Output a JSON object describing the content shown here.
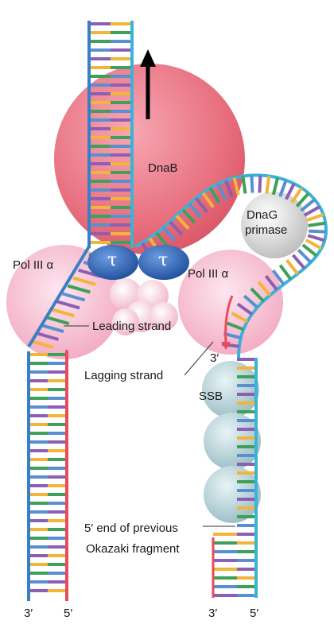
{
  "labels": {
    "dnab": "DnaB",
    "dnag_line1": "DnaG",
    "dnag_line2": "primase",
    "pol_left": "Pol III α",
    "pol_right": "Pol III α",
    "tau_left": "τ",
    "tau_right": "τ",
    "leading": "Leading strand",
    "lagging": "Lagging strand",
    "ssb": "SSB",
    "okazaki_line1": "5′ end of previous",
    "okazaki_line2": "Okazaki fragment",
    "lag_3prime": "3′",
    "bottom_left_3": "3′",
    "bottom_left_5": "5′",
    "bottom_right_3": "3′",
    "bottom_right_5": "5′"
  },
  "colors": {
    "backbone_blue": "#3a7fc4",
    "backbone_cyan": "#3bb3d9",
    "new_strand_red": "#e84c5a",
    "base_purple": "#8b5fb3",
    "base_yellow": "#f2b53a",
    "base_green": "#3fa05a",
    "base_blue": "#5a8fd0",
    "dnab_pink": "#e86b7d",
    "pol_pink": "#f5b7c9",
    "tau_blue": "#2a5fb0",
    "dnag_gray": "#d8d8d8",
    "ssb_teal": "#b8d6dc"
  }
}
